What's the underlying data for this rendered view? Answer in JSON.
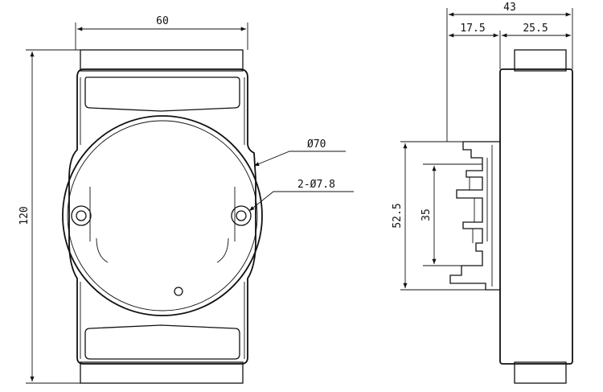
{
  "front_view": {
    "width_label": "60",
    "height_label": "120",
    "circle_diameter_label": "Ø70",
    "mount_holes_label": "2-Ø7.8"
  },
  "side_view": {
    "depth_total_label": "43",
    "depth_left_label": "17.5",
    "depth_right_label": "25.5",
    "rail_height_label": "52.5",
    "rail_inner_label": "35"
  }
}
